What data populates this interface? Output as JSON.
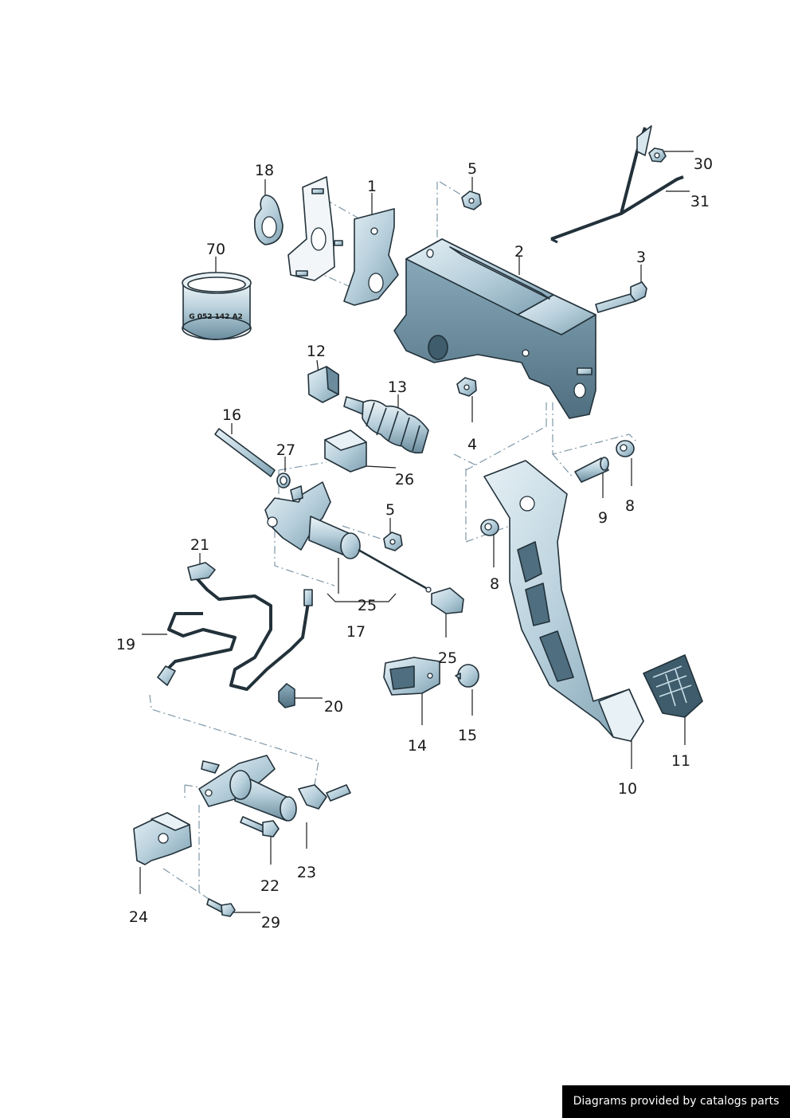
{
  "stamp_text": "G 052 142 A2",
  "footer_text": "Diagrams provided by catalogs parts",
  "colors": {
    "part_fill": "#b8d0dc",
    "part_shade": "#7d9fb0",
    "line": "#22313a",
    "footer_bg": "#000000"
  },
  "labels": [
    {
      "id": "l1",
      "text": "1"
    },
    {
      "id": "l2",
      "text": "2"
    },
    {
      "id": "l3",
      "text": "3"
    },
    {
      "id": "l4",
      "text": "4"
    },
    {
      "id": "l5a",
      "text": "5"
    },
    {
      "id": "l5b",
      "text": "5"
    },
    {
      "id": "l8a",
      "text": "8"
    },
    {
      "id": "l8b",
      "text": "8"
    },
    {
      "id": "l9",
      "text": "9"
    },
    {
      "id": "l10",
      "text": "10"
    },
    {
      "id": "l11",
      "text": "11"
    },
    {
      "id": "l12",
      "text": "12"
    },
    {
      "id": "l13",
      "text": "13"
    },
    {
      "id": "l14",
      "text": "14"
    },
    {
      "id": "l15",
      "text": "15"
    },
    {
      "id": "l16",
      "text": "16"
    },
    {
      "id": "l17",
      "text": "17"
    },
    {
      "id": "l18",
      "text": "18"
    },
    {
      "id": "l19",
      "text": "19"
    },
    {
      "id": "l20",
      "text": "20"
    },
    {
      "id": "l21",
      "text": "21"
    },
    {
      "id": "l22",
      "text": "22"
    },
    {
      "id": "l23",
      "text": "23"
    },
    {
      "id": "l24",
      "text": "24"
    },
    {
      "id": "l25a",
      "text": "25"
    },
    {
      "id": "l25b",
      "text": "25"
    },
    {
      "id": "l26",
      "text": "26"
    },
    {
      "id": "l27",
      "text": "27"
    },
    {
      "id": "l29",
      "text": "29"
    },
    {
      "id": "l30",
      "text": "30"
    },
    {
      "id": "l31",
      "text": "31"
    },
    {
      "id": "l70",
      "text": "70"
    }
  ]
}
